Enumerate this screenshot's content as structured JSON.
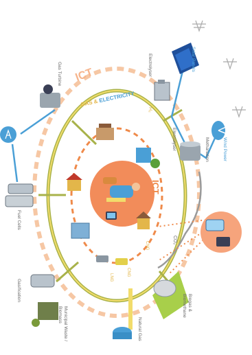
{
  "labels": {
    "ict_outer": "ICT",
    "gas_electricity_gas": "GAS &",
    "gas_electricity_elec": "ELECTRICITY",
    "ict_inner": "ICT",
    "h2": "H₂",
    "co2": "CO₂",
    "cng": "CNG",
    "lng": "LNG",
    "cng2": "CNG",
    "lng2": "LNG"
  },
  "components": {
    "solar_panels": "Solar Panels",
    "wind_power": "Wind Power",
    "electrolyser_top": "Electrolyser",
    "electrolyser_methanation_1": "Electrolyser",
    "electrolyser_methanation_2": "Methanation",
    "gas_turbine": "Gas Turbine",
    "fuel_cells": "Fuel Cells",
    "gasification": "Gasification",
    "municipal_waste_1": "Municipal Waste /",
    "municipal_waste_2": "Biomass",
    "natural_gas": "Natural Gas",
    "biogas_1": "Biogas &",
    "biogas_2": "Biomethane"
  },
  "colors": {
    "orange_ring": "#f6c7a4",
    "orange_dash": "#ef8a4a",
    "yellow_ring": "#e9c84a",
    "blue_line": "#4a9fd6",
    "olive_line": "#a8b24a",
    "hub_fill": "#f28c5a",
    "gray_line": "#9a9a9a"
  }
}
